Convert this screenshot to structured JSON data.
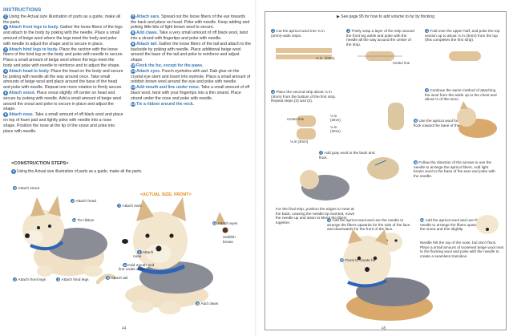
{
  "left_page": {
    "heading": "INSTRUCTIONS",
    "steps_col1": [
      {
        "num": "1",
        "text": "Using the Actual size illustration of parts as a guide, make all the parts."
      },
      {
        "num": "2",
        "title": "Attach front legs to body.",
        "text": "Gather the loose fibers of the legs and attach to the body by poking with the needle. Place a small amount of beige wool where the legs meet the body and poke with needle to adjust the shape and to secure in place."
      },
      {
        "num": "3",
        "title": "Attach hind legs to body.",
        "text": "Place the section with the loose fibers of the hind leg on the body and poke with needle to secure. Place a small amount of beige wool where the legs meet the body and poke with needle to reinforce and to adjust the shape."
      },
      {
        "num": "4",
        "title": "Attach head to body.",
        "text": "Place the head on the body and secure by poking with needle all the way around once. Take small amounts of beige wool and place around the base of the head and poke with needle. Repeat one more rotation to firmly secure."
      },
      {
        "num": "5",
        "title": "Attach snout.",
        "text": "Place snout slightly off center on head and secure by poking with needle. Add a small amount of beige wool around the snout and poke to secure in place and adjust the shape."
      },
      {
        "num": "6",
        "title": "Attach nose.",
        "text": "Take a small amount of off black wool and place on top of foam pad and lightly poke with needle into a nose shape. Position the nose at the tip of the snout and poke into place with needle."
      }
    ],
    "steps_col2": [
      {
        "num": "7",
        "title": "Attach ears.",
        "text": "Spread out the loose fibers of the ear towards the back and place on head. Poke with needle. Keep adding and poking little bits of light brown wool to secure."
      },
      {
        "num": "8",
        "title": "Add claws.",
        "text": "Take a very small amount of off black wool, twist into a strand with fingertips and poke with needle."
      },
      {
        "num": "9",
        "title": "Attach tail.",
        "text": "Gather the loose fibers of the tail and attach to the backside by poking with needle. Place additional beige wool around the base of the tail and poke to reinforce and adjust shape."
      },
      {
        "num": "10",
        "title": "Flock the fur, except for the paws.",
        "text": ""
      },
      {
        "num": "11",
        "title": "Attach eyes.",
        "text": "Punch eyeholes with awl. Dab glue on the crystal eye stem and insert into eyehole. Place a small amount of reddish brown wool around the eye and poke with needle."
      },
      {
        "num": "12",
        "title": "Add mouth and line under nose.",
        "text": "Take a small amount of off black wool, twist with your fingertips into a thin strand. Place strand under the nose and poke with needle."
      },
      {
        "num": "13",
        "title": "Tie a ribbon around the neck.",
        "text": ""
      }
    ],
    "construction_heading": "<CONSTRUCTION STEPS>",
    "construction_sub": "Using the Actual size illustration of parts as a guide, make all the parts.",
    "actual_size_label": "<ACTUAL SIZE: FRONT>",
    "callouts": {
      "attach_snout": "Attach snout",
      "attach_head": "Attach head",
      "tie_ribbon": "Tie ribbon",
      "attach_ears": "Attach ears",
      "attach_eyes": "Attach eyes",
      "reddish_brown": "reddish\nbrown",
      "attach_nose": "Attach\nnose",
      "add_mouth": "Add mouth and\nline under nose",
      "attach_tail": "Attach tail",
      "attach_front_legs": "Attach front legs",
      "attach_hind_legs": "Attach hind legs",
      "add_claws": "Add claws"
    },
    "callout_nums": {
      "snout": "5",
      "head": "4",
      "ribbon": "13",
      "ears": "7",
      "eyes": "11",
      "nose": "6",
      "mouth": "12",
      "tail": "9",
      "front_legs": "2",
      "hind_legs": "3",
      "claws": "8"
    },
    "page_number": "44"
  },
  "right_page": {
    "see_note": "See page 95 for how to add volume to fur by flocking",
    "steps": [
      {
        "num": "1",
        "text": "Cut the apricot wool into ¾ in (2mm)-wide strips."
      },
      {
        "num": "2",
        "text": "Thinly wrap a layer of the strip around the front leg ankle and poke with the needle all the way around the center of the strip."
      },
      {
        "num": "3",
        "text": "Fold over the upper half, and poke the top section up to about ⅛ in (3mm) from the top (this completes the first strip)."
      },
      {
        "num": "4",
        "text": "Place the second strip about ⅛ in (3mm) from the bottom of the first strip. Repeat steps (2) and (3)."
      },
      {
        "num": "5",
        "text": "Continue the same method of attaching the wool from the ankle up to the chest and about ⅓ of the torso."
      },
      {
        "num": "6",
        "text": "Use the apricot wool for the tail and flock toward the base of the tail."
      },
      {
        "num": "7",
        "text": "Add gray wool to the back and flock."
      },
      {
        "num": "8",
        "text": "Follow the direction of the arrows to use the needle to arrange the apricot fibers. Add light brown wool to the base of the ears and poke with the needle."
      },
      {
        "num": "9",
        "text": "Add the apricot wool and use the needle to arrange the fibers upwards for the side of the face and downwards for the front of the face."
      },
      {
        "num": "10",
        "text": "Add the apricot wool and use the needle to arrange the fibers upwards for the snout and trim slightly."
      }
    ],
    "final_strip_note": "For the final strip, position the edges to meet at the back. Leaving the needle tip inserted, move the needle up and down to blend the fibers together.",
    "needle_felt_note": "Needle felt the top of the nose, but don't flock. Place a small amount of loosened beige wool next to the flocking wool and poke with the needle to create a seamless transition.",
    "labels": {
      "strip_width": "⅛ in. (2mm)",
      "center_line": "Center line",
      "center_line_2": "Center line",
      "dim_3mm_a": "⅛ in\n(3mm)",
      "dim_3mm_b": "⅛ in\n(3mm)",
      "dim_3mm_c": "⅛ in (3mm)",
      "flock": "Flock to create fur"
    },
    "page_number": "45"
  },
  "colors": {
    "accent_blue": "#3a7ab8",
    "actual_size_orange": "#e08a1e",
    "ribbon_blue": "#2f63b5",
    "dog_beige": "#e8d3b0",
    "dog_gray": "#7c7f8a",
    "dog_apricot": "#d9a96b"
  }
}
